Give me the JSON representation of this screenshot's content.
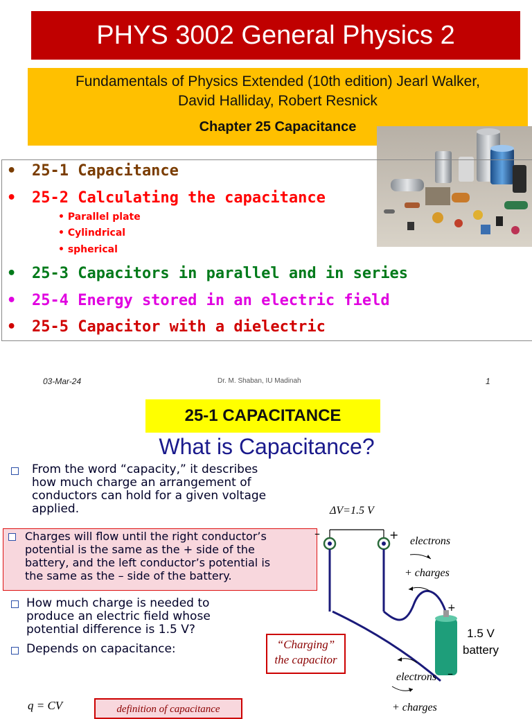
{
  "slide1": {
    "title": "PHYS 3002 General Physics 2",
    "book_line1": "Fundamentals of Physics Extended (10th edition) Jearl Walker,",
    "book_line2": "David Halliday, Robert Resnick",
    "chapter": "Chapter 25 Capacitance",
    "bullet_char": "•",
    "topics": [
      {
        "label": "25-1 Capacitance",
        "color": "#7a3c00"
      },
      {
        "label": "25-2 Calculating the capacitance",
        "color": "#ff0000"
      },
      {
        "label": "25-3 Capacitors in parallel and in series",
        "color": "#007a1a"
      },
      {
        "label": "25-4 Energy stored in an electric field",
        "color": "#e000e0"
      },
      {
        "label": "25-5 Capacitor with a dielectric",
        "color": "#d00000"
      }
    ],
    "subtopics": [
      "Parallel plate",
      "Cylindrical",
      "spherical"
    ],
    "footer_date": "03-Mar-24",
    "footer_author": "Dr. M. Shaban, IU Madinah",
    "footer_page": "1"
  },
  "slide2": {
    "section_heading": "25-1 CAPACITANCE",
    "question": "What is Capacitance?",
    "para1": [
      "From the word “capacity,” it describes",
      "how much charge an arrangement of",
      "conductors can hold for a given voltage",
      "applied."
    ],
    "para2": [
      "Charges will flow until the right conductor’s",
      "potential is the same as the + side of the",
      "battery, and the left conductor’s potential is",
      "the same as the – side of the battery."
    ],
    "para3": [
      "How much charge is needed to",
      "produce an electric field whose",
      "potential difference is 1.5 V?"
    ],
    "para4": "Depends on capacitance:",
    "delta_v": "ΔV=1.5 V",
    "electrons_top": "electrons",
    "charges_top": "+ charges",
    "electrons_bottom": "electrons",
    "charges_bottom": "+ charges",
    "plus_sign": "+",
    "minus_sign": "–",
    "battery_line1": "1.5 V",
    "battery_line2": "battery",
    "charging_line1": "“Charging”",
    "charging_line2": "the capacitor",
    "formula": "q = CV",
    "definition": "definition of capacitance"
  },
  "colors": {
    "title_bg": "#c00000",
    "book_bg": "#ffc000",
    "heading_bg": "#ffff00",
    "question_color": "#1a1a8c",
    "battery_green": "#1e9e7a",
    "wire_blue": "#1a1a7a"
  }
}
